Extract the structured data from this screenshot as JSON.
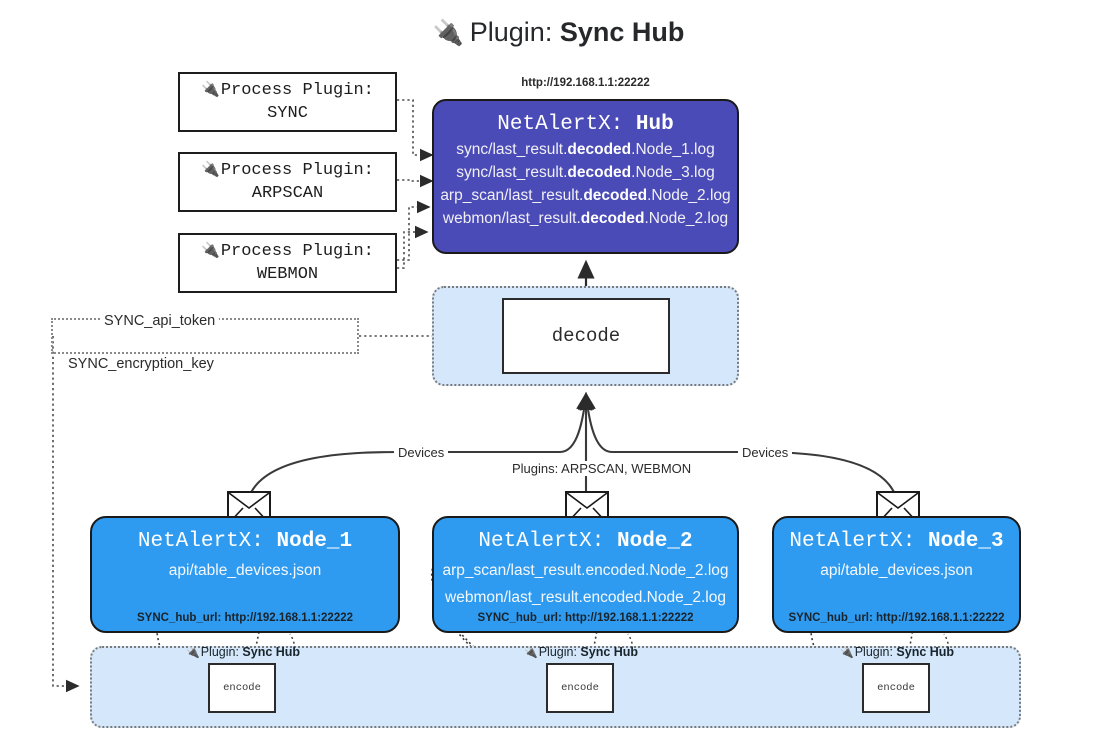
{
  "title": {
    "icon": "plug-icon",
    "prefix": "Plugin:",
    "name": "Sync Hub"
  },
  "colors": {
    "hub_fill": "#4b4bb8",
    "node_fill": "#2f9bf0",
    "container_fill": "#d5e8fb",
    "border": "#1a1a1a",
    "dotted_border": "#7a7a7a"
  },
  "process_plugins": [
    {
      "icon": "plug-icon",
      "line1": "Process Plugin:",
      "line2": "SYNC"
    },
    {
      "icon": "plug-icon",
      "line1": "Process Plugin:",
      "line2": "ARPSCAN"
    },
    {
      "icon": "plug-icon",
      "line1": "Process Plugin:",
      "line2": "WEBMON"
    }
  ],
  "hub": {
    "url_label": "http://192.168.1.1:22222",
    "title_prefix": "NetAlertX:",
    "title_name": "Hub",
    "logs": [
      {
        "pre": "sync/last_result.",
        "bold": "decoded",
        "post": ".Node_1.log"
      },
      {
        "pre": "sync/last_result.",
        "bold": "decoded",
        "post": ".Node_3.log"
      },
      {
        "pre": "arp_scan/last_result.",
        "bold": "decoded",
        "post": ".Node_2.log"
      },
      {
        "pre": "webmon/last_result.",
        "bold": "decoded",
        "post": ".Node_2.log"
      }
    ]
  },
  "decode": {
    "label": "decode"
  },
  "keys": {
    "api_token": "SYNC_api_token",
    "encryption_key": "SYNC_encryption_key"
  },
  "edge_labels": {
    "devices_left": "Devices",
    "devices_right": "Devices",
    "plugins_center": "Plugins: ARPSCAN, WEBMON"
  },
  "nodes": [
    {
      "title_prefix": "NetAlertX:",
      "title_name": "Node_1",
      "lines": [
        "api/table_devices.json"
      ],
      "hub_url": "SYNC_hub_url: http://192.168.1.1:22222",
      "envelope": "envelope-icon"
    },
    {
      "title_prefix": "NetAlertX:",
      "title_name": "Node_2",
      "lines": [
        "arp_scan/last_result.encoded.Node_2.log",
        "webmon/last_result.encoded.Node_2.log"
      ],
      "hub_url": "SYNC_hub_url: http://192.168.1.1:22222",
      "envelope": "envelope-icon"
    },
    {
      "title_prefix": "NetAlertX:",
      "title_name": "Node_3",
      "lines": [
        "api/table_devices.json"
      ],
      "hub_url": "SYNC_hub_url: http://192.168.1.1:22222",
      "envelope": "envelope-icon"
    }
  ],
  "encoders": [
    {
      "icon": "plug-icon",
      "prefix": "Plugin:",
      "name": "Sync Hub",
      "box_label": "encode"
    },
    {
      "icon": "plug-icon",
      "prefix": "Plugin:",
      "name": "Sync Hub",
      "box_label": "encode"
    },
    {
      "icon": "plug-icon",
      "prefix": "Plugin:",
      "name": "Sync Hub",
      "box_label": "encode"
    }
  ]
}
